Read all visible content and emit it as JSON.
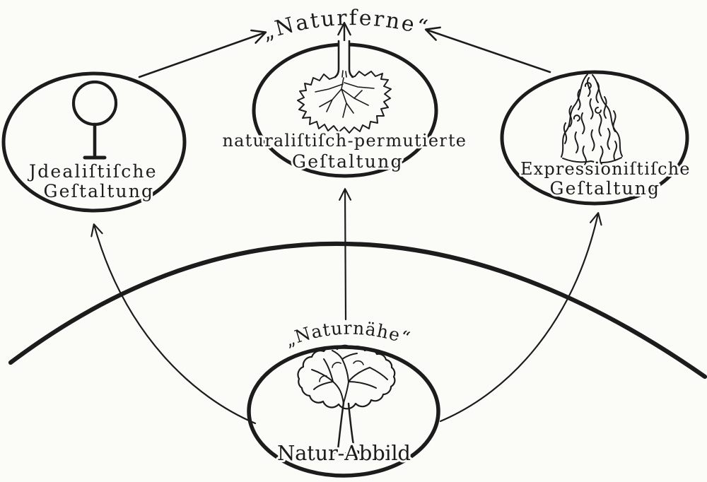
{
  "canvas": {
    "background_color": "#fbfbf8",
    "ink_color": "#1c1c1c"
  },
  "poles": {
    "naturferne_label": "„Naturferne“",
    "naturnaehe_label": "„Naturnähe“"
  },
  "nodes": {
    "idealistic": {
      "line1": "Jdealiſtiſche",
      "line2": "Geſtaltung",
      "icon": "idealized-tree-icon"
    },
    "permuted": {
      "line1": "naturaliſtiſch-permutierte",
      "line2": "Geſtaltung",
      "icon": "inverted-tree-icon"
    },
    "expressionistic": {
      "line1": "Expressioniſtiſche",
      "line2": "Geſtaltung",
      "icon": "flame-tree-icon"
    },
    "abbild": {
      "label": "Natur-Abbild",
      "icon": "naturalistic-tree-icon"
    }
  },
  "connections": [
    {
      "from": "natur-abbild",
      "to": "idealistische-gestaltung",
      "style": "thin-curved-arrow"
    },
    {
      "from": "natur-abbild",
      "to": "naturalistisch-permutierte-gestaltung",
      "style": "thin-straight-arrow"
    },
    {
      "from": "natur-abbild",
      "to": "expressionistische-gestaltung",
      "style": "thin-curved-arrow"
    },
    {
      "from": "idealistische-gestaltung",
      "to": "naturferne",
      "style": "straight-arrow"
    },
    {
      "from": "naturalistisch-permutierte-gestaltung",
      "to": "naturferne",
      "style": "short-straight-arrow"
    },
    {
      "from": "expressionistische-gestaltung",
      "to": "naturferne",
      "style": "straight-arrow"
    },
    {
      "type": "horizon-arc",
      "from": "left-edge",
      "to": "right-edge"
    }
  ]
}
